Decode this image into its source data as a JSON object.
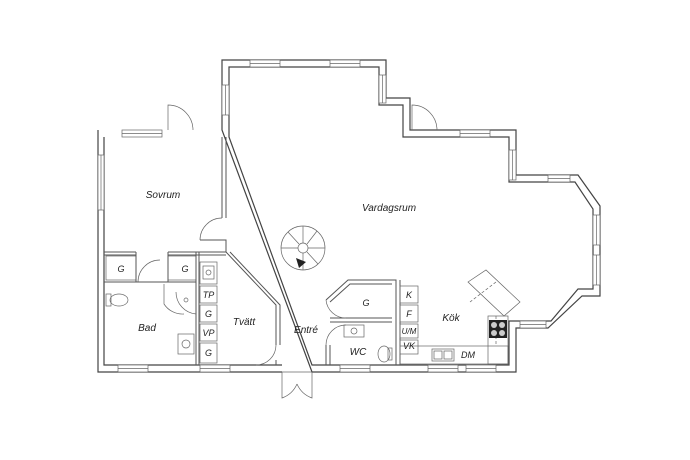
{
  "rooms": {
    "sovrum": "Sovrum",
    "vardagsrum": "Vardagsrum",
    "bad": "Bad",
    "tvatt": "Tvätt",
    "entre": "Entré",
    "wc": "WC",
    "kok": "Kök"
  },
  "fixtures": {
    "g_closet_1": "G",
    "g_closet_2": "G",
    "tp": "TP",
    "g_tvatt_1": "G",
    "vp": "VP",
    "g_tvatt_2": "G",
    "g_hall": "G",
    "k": "K",
    "f": "F",
    "um": "U/M",
    "vk": "VK",
    "dm": "DM"
  }
}
